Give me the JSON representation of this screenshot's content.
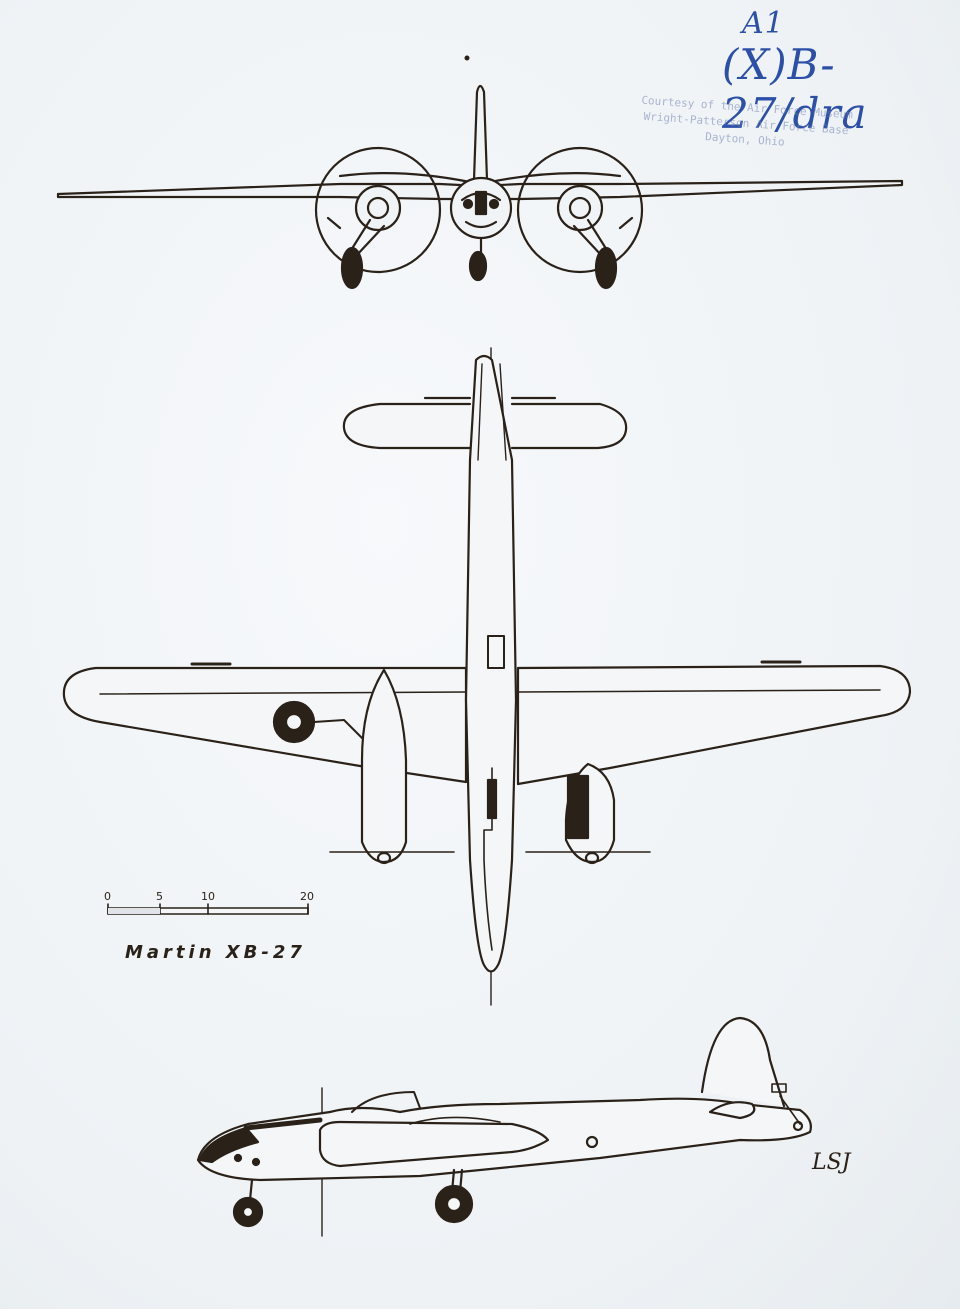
{
  "handwriting": {
    "top": "A1",
    "ref": "(X)B-27/dra"
  },
  "stamp": {
    "lines": [
      "Courtesy of the Air Force Museum",
      "Wright-Patterson Air Force Base",
      "Dayton, Ohio"
    ]
  },
  "scale": {
    "ticks": [
      "0",
      "5",
      "10",
      "20"
    ]
  },
  "caption": "Martin XB-27",
  "initials": "LSJ",
  "views": [
    "front-view",
    "top-view",
    "side-view"
  ],
  "colors": {
    "ink": "#2a2119",
    "paper": "#eef2f5",
    "pen": "#2c4fa8"
  }
}
